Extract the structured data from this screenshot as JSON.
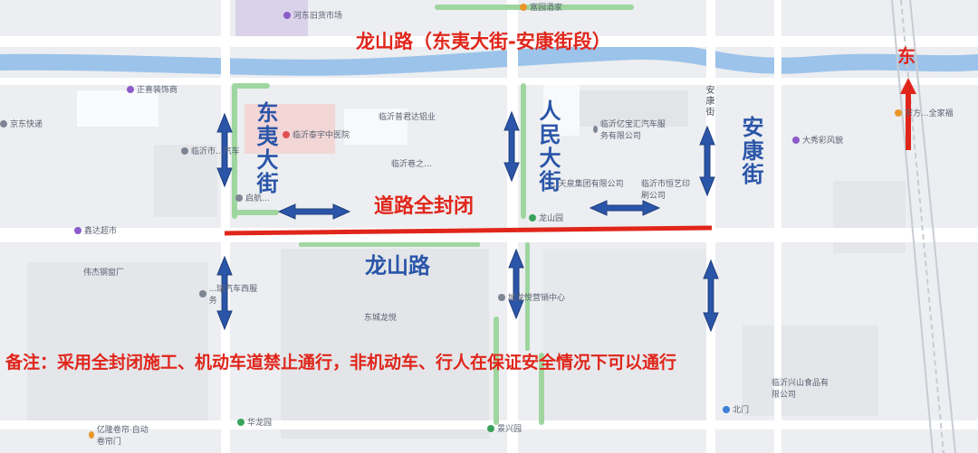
{
  "title": "龙山路（东夷大街-安康街段）",
  "direction_label": "东",
  "closure_label": "道路全封闭",
  "roads": {
    "main_road": "龙山路",
    "dongyi": "东夷大街",
    "renmin": "人民大街",
    "ankang": "安康街",
    "ankang_small": "安康街"
  },
  "note": "备注：采用全封闭施工、机动车道禁止通行，非机动车、行人在保证安全情况下可以通行",
  "pois": [
    {
      "text": "河东旧货市场",
      "color": "purple"
    },
    {
      "text": "富园酒家",
      "color": "orange"
    },
    {
      "text": "正喜装饰商",
      "color": "purple"
    },
    {
      "text": "京东快递",
      "color": "gray"
    },
    {
      "text": "临沂泰宇中医院",
      "color": "red"
    },
    {
      "text": "临沂普君达铝业",
      "color": "gray"
    },
    {
      "text": "临沂亿宝汇汽车服务有限公司",
      "color": "gray"
    },
    {
      "text": "大秀彩风貌",
      "color": "purple"
    },
    {
      "text": "临沂市...汽车",
      "color": "gray"
    },
    {
      "text": "临沂巷之...",
      "color": "gray"
    },
    {
      "text": "启航...",
      "color": "gray"
    },
    {
      "text": "...天泉集团有限公司",
      "color": "gray"
    },
    {
      "text": "临沂市恒艺印刷公司",
      "color": "gray"
    },
    {
      "text": "龙山园",
      "color": "green"
    },
    {
      "text": "鑫达超市",
      "color": "purple"
    },
    {
      "text": "伟杰钢窗厂",
      "color": "gray"
    },
    {
      "text": "...瑞汽车西服务",
      "color": "gray"
    },
    {
      "text": "城龙悦营销中心",
      "color": "gray"
    },
    {
      "text": "东城龙悦",
      "color": "gray"
    },
    {
      "text": "临沂兴山食品有限公司",
      "color": "gray"
    },
    {
      "text": "华龙园",
      "color": "green"
    },
    {
      "text": "景兴园",
      "color": "green"
    },
    {
      "text": "北门",
      "color": "blue"
    },
    {
      "text": "亿隆卷帘·自动卷帘门",
      "color": "orange"
    },
    {
      "text": "东方...全家福",
      "color": "orange"
    }
  ]
}
